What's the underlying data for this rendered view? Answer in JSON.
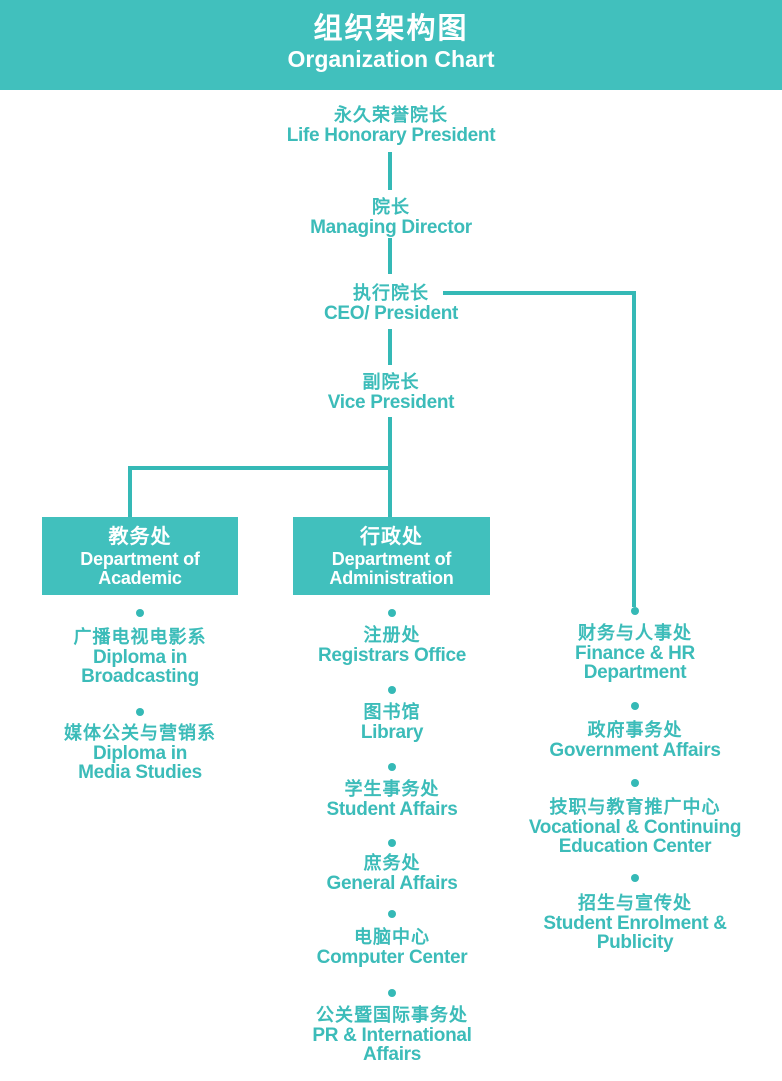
{
  "colors": {
    "fill": "#41c0bd",
    "line": "#35b9b6",
    "text": "#3cbcb9",
    "white": "#ffffff"
  },
  "header": {
    "title_zh": "组织架构图",
    "title_en": "Organization Chart"
  },
  "chain": [
    {
      "zh": "永久荣誉院长",
      "en": "Life Honorary President"
    },
    {
      "zh": "院长",
      "en": "Managing Director"
    },
    {
      "zh": "执行院长",
      "en": "CEO/ President"
    },
    {
      "zh": "副院长",
      "en": "Vice President"
    }
  ],
  "departments": [
    {
      "zh": "教务处",
      "en1": "Department of",
      "en2": "Academic"
    },
    {
      "zh": "行政处",
      "en1": "Department of",
      "en2": "Administration"
    }
  ],
  "academic_units": [
    {
      "zh": "广播电视电影系",
      "en1": "Diploma in",
      "en2": "Broadcasting"
    },
    {
      "zh": "媒体公关与营销系",
      "en1": "Diploma in",
      "en2": "Media Studies"
    }
  ],
  "administration_units": [
    {
      "zh": "注册处",
      "en1": "Registrars Office"
    },
    {
      "zh": "图书馆",
      "en1": "Library"
    },
    {
      "zh": "学生事务处",
      "en1": "Student Affairs"
    },
    {
      "zh": "庶务处",
      "en1": "General Affairs"
    },
    {
      "zh": "电脑中心",
      "en1": "Computer Center"
    },
    {
      "zh": "公关暨国际事务处",
      "en1": "PR & International",
      "en2": "Affairs"
    }
  ],
  "executive_units": [
    {
      "zh": "财务与人事处",
      "en1": "Finance & HR",
      "en2": "Department"
    },
    {
      "zh": "政府事务处",
      "en1": "Government Affairs"
    },
    {
      "zh": "技职与教育推广中心",
      "en1": "Vocational & Continuing",
      "en2": "Education Center"
    },
    {
      "zh": "招生与宣传处",
      "en1": "Student Enrolment &",
      "en2": "Publicity"
    }
  ]
}
